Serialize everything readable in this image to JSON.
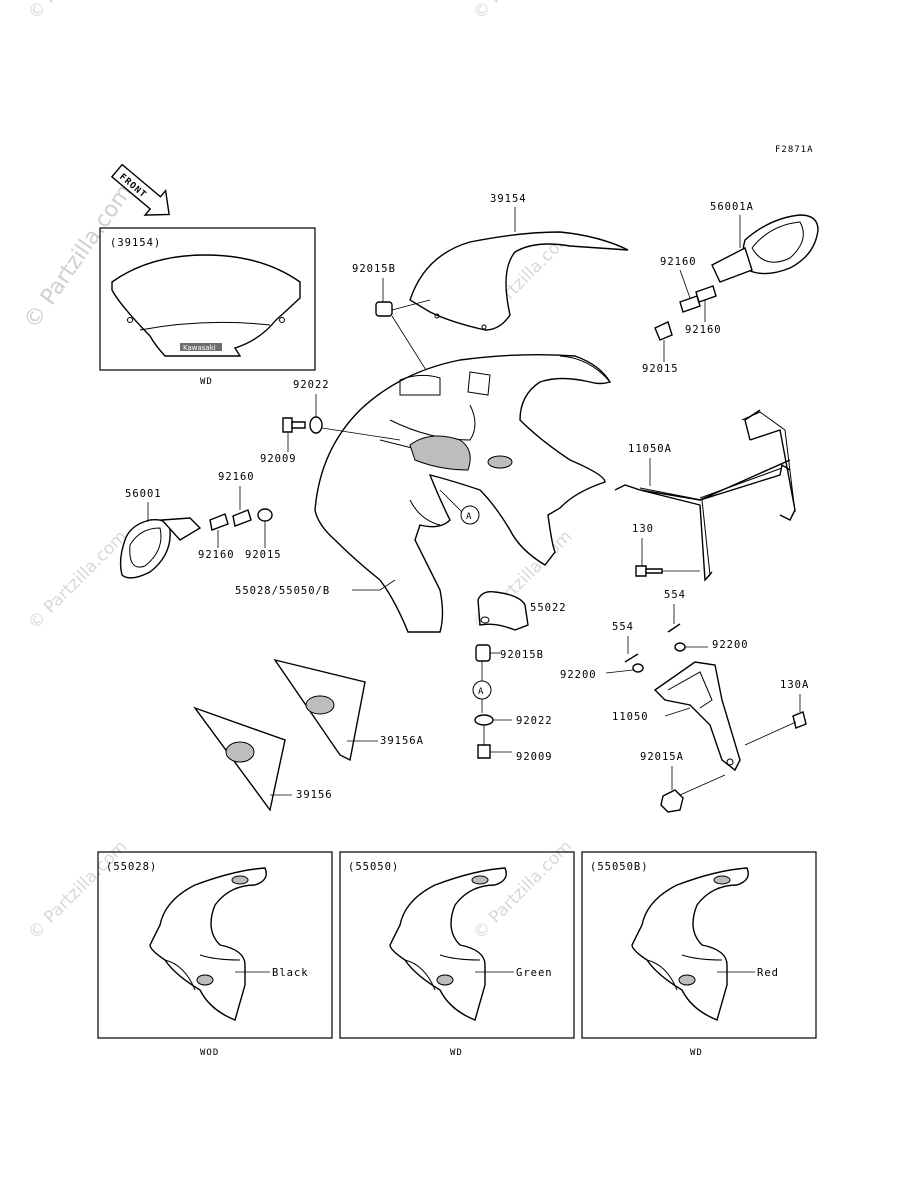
{
  "figure_code": "F2871A",
  "watermark": "© Partzilla.com",
  "front_label": "FRONT",
  "windshield_brand": "Kawasaki",
  "parts": {
    "p39154": "39154",
    "p39154_alt": "(39154)",
    "p92015B_top": "92015B",
    "p56001A": "56001A",
    "p92160_a": "92160",
    "p92160_b": "92160",
    "p92015_right": "92015",
    "p92022_top": "92022",
    "p92009_top": "92009",
    "p56001": "56001",
    "p92160_c": "92160",
    "p92160_d": "92160",
    "p92015_left": "92015",
    "p55028": "55028/55050/B",
    "p11050A": "11050A",
    "p130": "130",
    "p55022": "55022",
    "p92015B_mid": "92015B",
    "p554_a": "554",
    "p554_b": "554",
    "p92200_a": "92200",
    "p92200_b": "92200",
    "p92022_mid": "92022",
    "p92009_mid": "92009",
    "p11050": "11050",
    "p130A": "130A",
    "p92015A": "92015A",
    "p39156A": "39156A",
    "p39156": "39156",
    "ref_A_1": "A",
    "ref_A_2": "A"
  },
  "windshield_note": "WD",
  "variants": [
    {
      "code": "(55028)",
      "color": "Black",
      "note": "WOD"
    },
    {
      "code": "(55050)",
      "color": "Green",
      "note": "WD"
    },
    {
      "code": "(55050B)",
      "color": "Red",
      "note": "WD"
    }
  ]
}
